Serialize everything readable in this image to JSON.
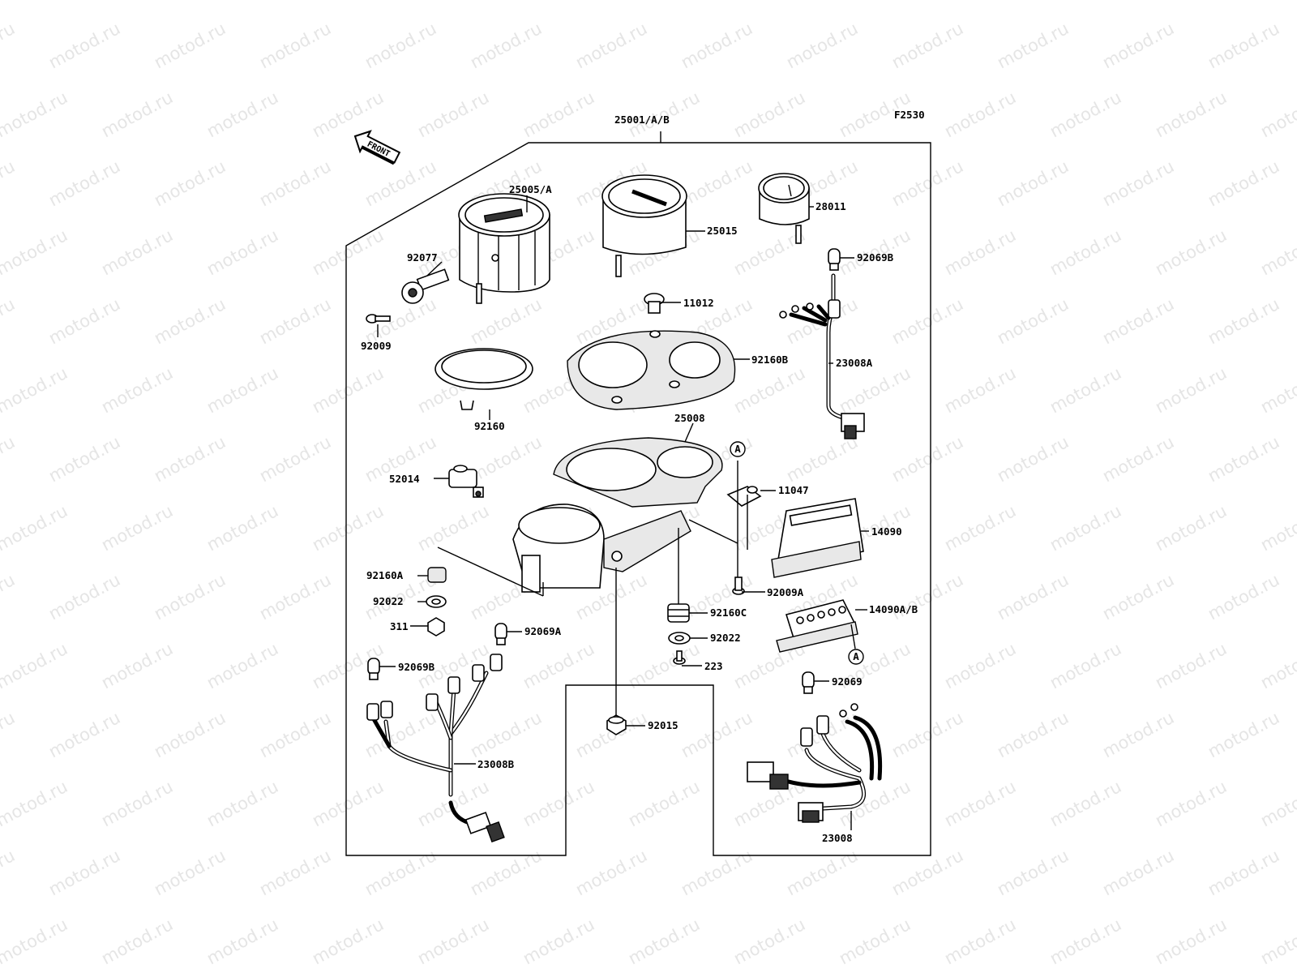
{
  "diagram": {
    "figure_code": "F2530",
    "front_label": "FRONT",
    "callout_marker": "A",
    "watermark": "motod.ru",
    "parts": [
      {
        "id": "25001",
        "label": "25001/A/B"
      },
      {
        "id": "25005",
        "label": "25005/A"
      },
      {
        "id": "25015",
        "label": "25015"
      },
      {
        "id": "28011",
        "label": "28011"
      },
      {
        "id": "92077",
        "label": "92077"
      },
      {
        "id": "92069B_top",
        "label": "92069B"
      },
      {
        "id": "11012",
        "label": "11012"
      },
      {
        "id": "92009",
        "label": "92009"
      },
      {
        "id": "92160B",
        "label": "92160B"
      },
      {
        "id": "23008A",
        "label": "23008A"
      },
      {
        "id": "92160",
        "label": "92160"
      },
      {
        "id": "25008",
        "label": "25008"
      },
      {
        "id": "52014",
        "label": "52014"
      },
      {
        "id": "11047",
        "label": "11047"
      },
      {
        "id": "14090",
        "label": "14090"
      },
      {
        "id": "92160A",
        "label": "92160A"
      },
      {
        "id": "92009A",
        "label": "92009A"
      },
      {
        "id": "92022_left",
        "label": "92022"
      },
      {
        "id": "14090AB",
        "label": "14090A/B"
      },
      {
        "id": "92160C",
        "label": "92160C"
      },
      {
        "id": "311",
        "label": "311"
      },
      {
        "id": "92069A",
        "label": "92069A"
      },
      {
        "id": "92022_right",
        "label": "92022"
      },
      {
        "id": "92069B_left",
        "label": "92069B"
      },
      {
        "id": "223",
        "label": "223"
      },
      {
        "id": "92069",
        "label": "92069"
      },
      {
        "id": "92015",
        "label": "92015"
      },
      {
        "id": "23008B",
        "label": "23008B"
      },
      {
        "id": "23008",
        "label": "23008"
      }
    ]
  }
}
